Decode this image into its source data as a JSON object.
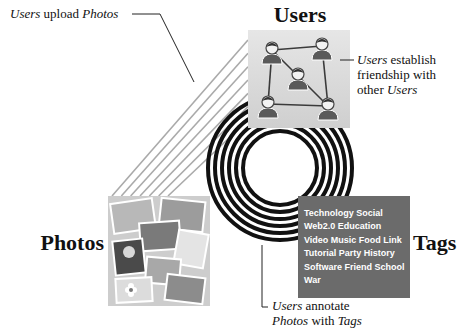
{
  "diagram": {
    "nodes": [
      {
        "text": [
          "Users"
        ]
      },
      {
        "text": [
          "Photos"
        ]
      },
      {
        "text": [
          "Tags",
          "Technology Social Web2.0 Education Video Music Food Link Tutorial Party History Software Friend School War"
        ]
      }
    ],
    "edges": [
      {
        "from": 0,
        "to": 1,
        "arrow": "none"
      }
    ],
    "labels": [
      "Users upload Photos",
      "Users establish friendship with other Users",
      "Users annotate Photos with Tags"
    ]
  }
}
